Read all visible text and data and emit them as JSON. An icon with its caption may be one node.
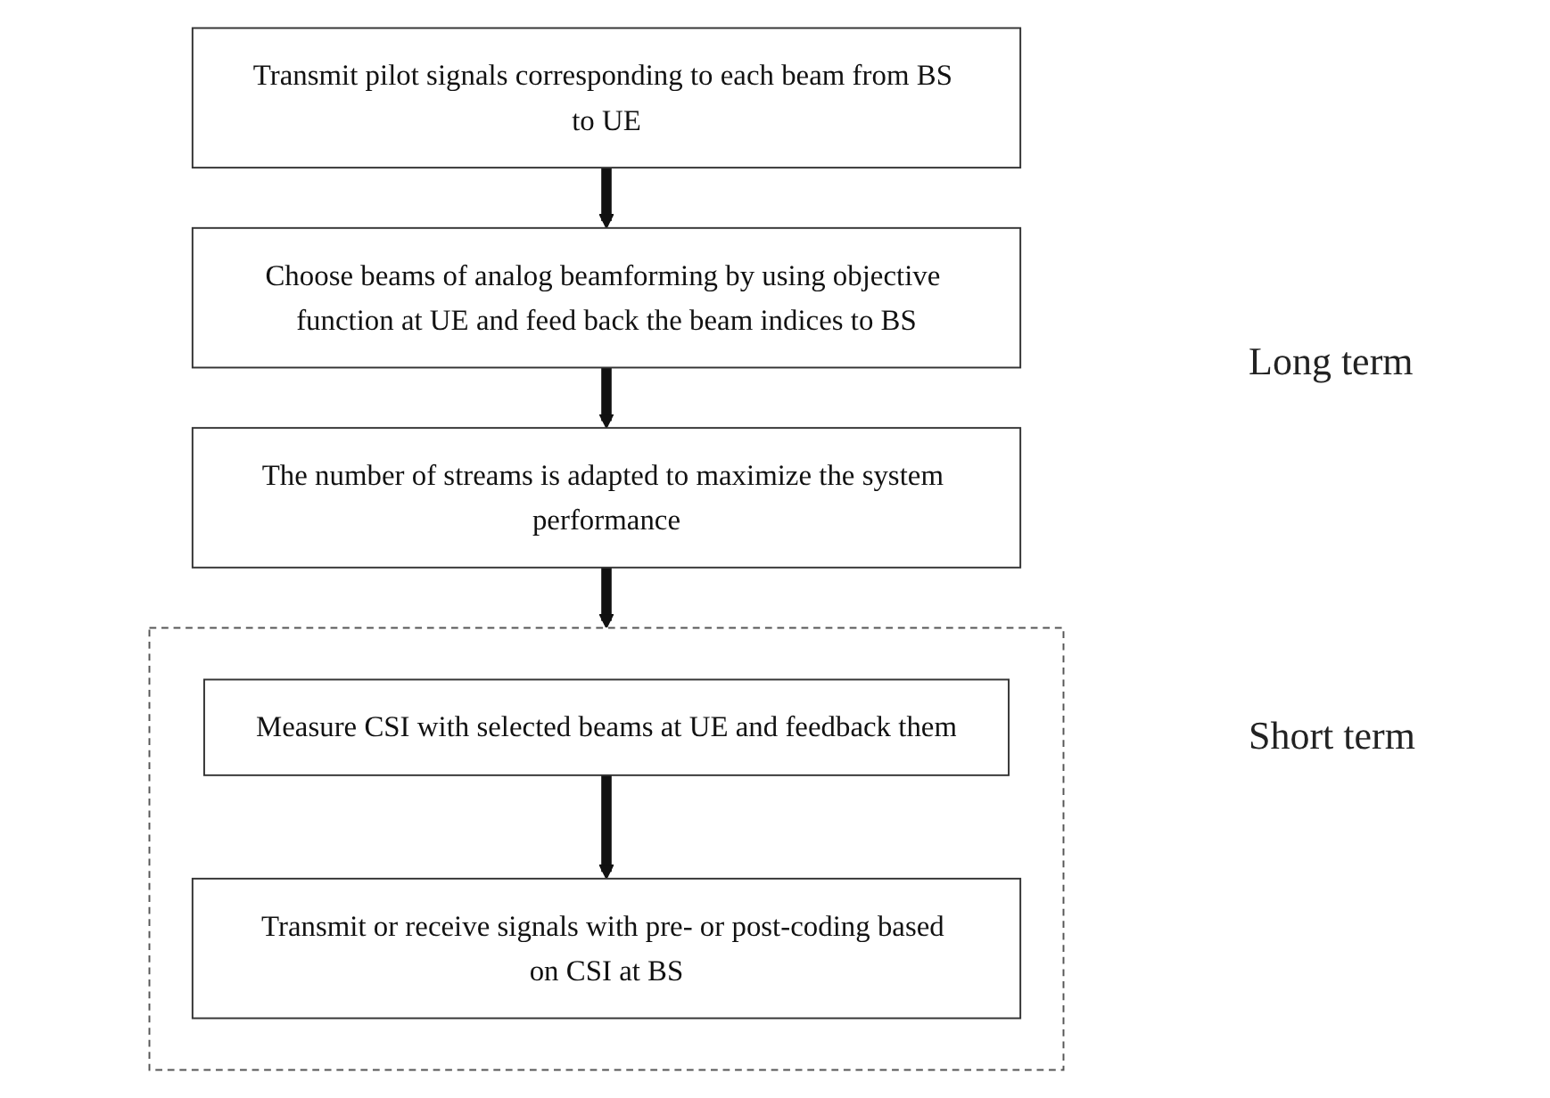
{
  "diagram": {
    "nodes": [
      {
        "text": [
          "Transmit pilot signals corresponding to each beam from BS to UE"
        ]
      },
      {
        "text": [
          "Choose beams of analog beamforming by using objective function at UE and feed back the beam indices to BS"
        ]
      },
      {
        "text": [
          "The number of streams is adapted to maximize the system performance"
        ]
      },
      {
        "text": [],
        "shape": "box"
      },
      {
        "text": [
          "Measure CSI with selected beams at UE and feedback them"
        ],
        "in": 3
      },
      {
        "text": [
          "Transmit or receive signals with pre- or post-coding based on CSI at BS"
        ],
        "in": 3
      }
    ],
    "edges": [
      {
        "from": 0,
        "to": 1,
        "arrow": "to"
      },
      {
        "from": 1,
        "to": 2,
        "arrow": "to"
      },
      {
        "from": 2,
        "to": 3,
        "arrow": "to"
      },
      {
        "from": 4,
        "to": 5,
        "arrow": "to"
      }
    ],
    "labels": [
      "Long term",
      "Short term"
    ]
  }
}
